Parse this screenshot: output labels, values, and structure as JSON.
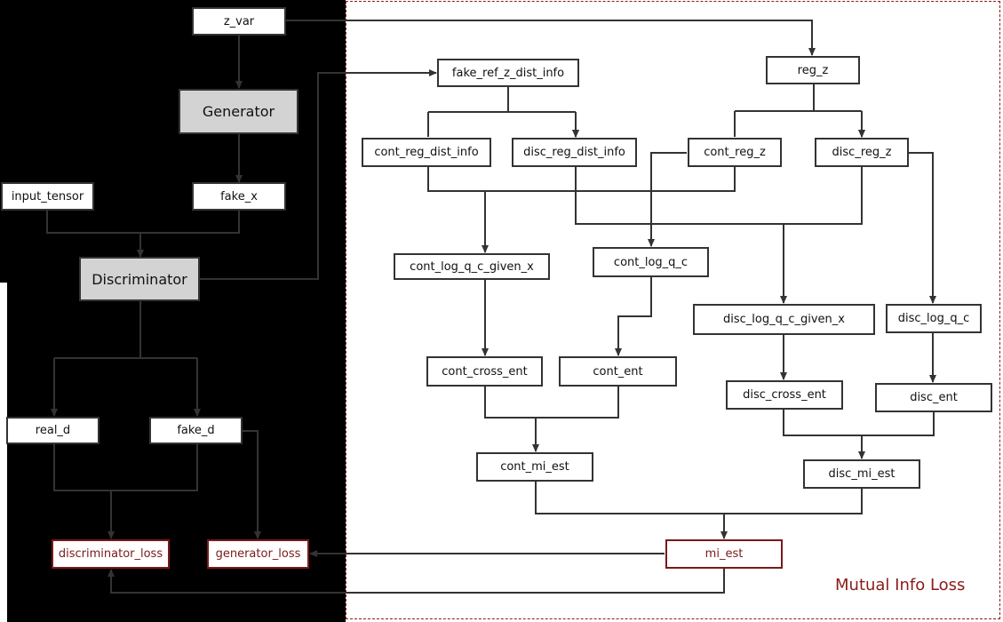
{
  "nodes": {
    "z_var": "z_var",
    "generator": "Generator",
    "input_tensor": "input_tensor",
    "fake_x": "fake_x",
    "discriminator": "Discriminator",
    "real_d": "real_d",
    "fake_d": "fake_d",
    "discriminator_loss": "discriminator_loss",
    "generator_loss": "generator_loss",
    "fake_ref_z_dist_info": "fake_ref_z_dist_info",
    "reg_z": "reg_z",
    "cont_reg_dist_info": "cont_reg_dist_info",
    "disc_reg_dist_info": "disc_reg_dist_info",
    "cont_reg_z": "cont_reg_z",
    "disc_reg_z": "disc_reg_z",
    "cont_log_q_c_given_x": "cont_log_q_c_given_x",
    "cont_log_q_c": "cont_log_q_c",
    "disc_log_q_c_given_x": "disc_log_q_c_given_x",
    "disc_log_q_c": "disc_log_q_c",
    "cont_cross_ent": "cont_cross_ent",
    "cont_ent": "cont_ent",
    "disc_cross_ent": "disc_cross_ent",
    "disc_ent": "disc_ent",
    "cont_mi_est": "cont_mi_est",
    "disc_mi_est": "disc_mi_est",
    "mi_est": "mi_est"
  },
  "region_label": "Mutual Info Loss",
  "colors": {
    "accent_red": "#8b1a1a",
    "generator_fill": "#d3d3d3",
    "edge": "#333333"
  }
}
